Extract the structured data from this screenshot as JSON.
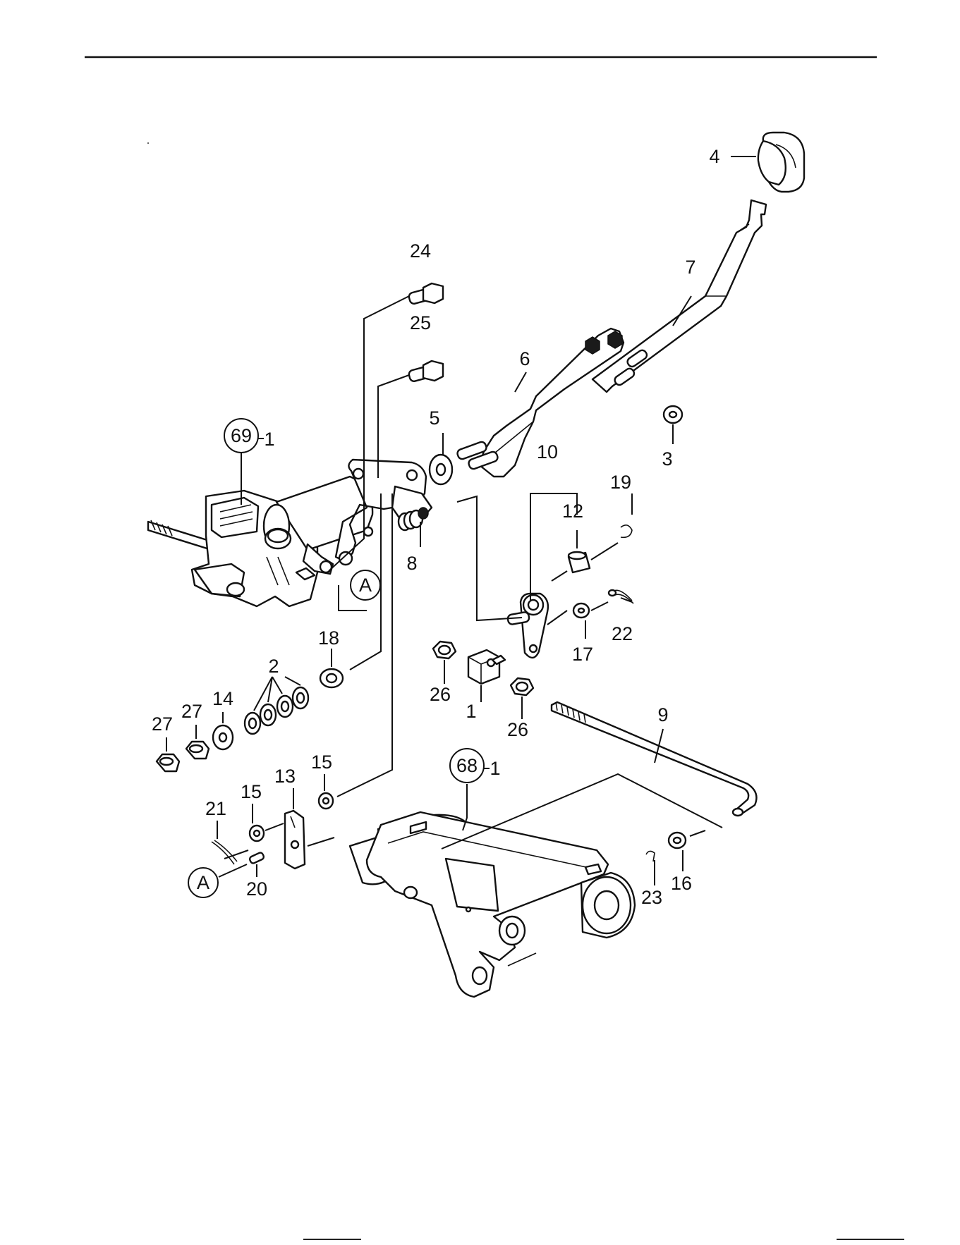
{
  "diagram": {
    "callouts": [
      {
        "id": "c4",
        "text": "4"
      },
      {
        "id": "c24",
        "text": "24"
      },
      {
        "id": "c7",
        "text": "7"
      },
      {
        "id": "c25",
        "text": "25"
      },
      {
        "id": "c6",
        "text": "6"
      },
      {
        "id": "c5",
        "text": "5"
      },
      {
        "id": "c3",
        "text": "3"
      },
      {
        "id": "c69",
        "text": "69"
      },
      {
        "id": "c69s",
        "text": "1"
      },
      {
        "id": "c10",
        "text": "10"
      },
      {
        "id": "c12",
        "text": "12"
      },
      {
        "id": "c19",
        "text": "19"
      },
      {
        "id": "c8",
        "text": "8"
      },
      {
        "id": "cA1",
        "text": "A"
      },
      {
        "id": "c22",
        "text": "22"
      },
      {
        "id": "c17",
        "text": "17"
      },
      {
        "id": "c18",
        "text": "18"
      },
      {
        "id": "c2",
        "text": "2"
      },
      {
        "id": "c14",
        "text": "14"
      },
      {
        "id": "c27a",
        "text": "27"
      },
      {
        "id": "c27b",
        "text": "27"
      },
      {
        "id": "c26a",
        "text": "26"
      },
      {
        "id": "c1",
        "text": "1"
      },
      {
        "id": "c26b",
        "text": "26"
      },
      {
        "id": "c9",
        "text": "9"
      },
      {
        "id": "c15a",
        "text": "15"
      },
      {
        "id": "c13",
        "text": "13"
      },
      {
        "id": "c15b",
        "text": "15"
      },
      {
        "id": "c21",
        "text": "21"
      },
      {
        "id": "c68",
        "text": "68"
      },
      {
        "id": "c68s",
        "text": "1"
      },
      {
        "id": "cA2",
        "text": "A"
      },
      {
        "id": "c20",
        "text": "20"
      },
      {
        "id": "c23",
        "text": "23"
      },
      {
        "id": "c16",
        "text": "16"
      }
    ]
  }
}
